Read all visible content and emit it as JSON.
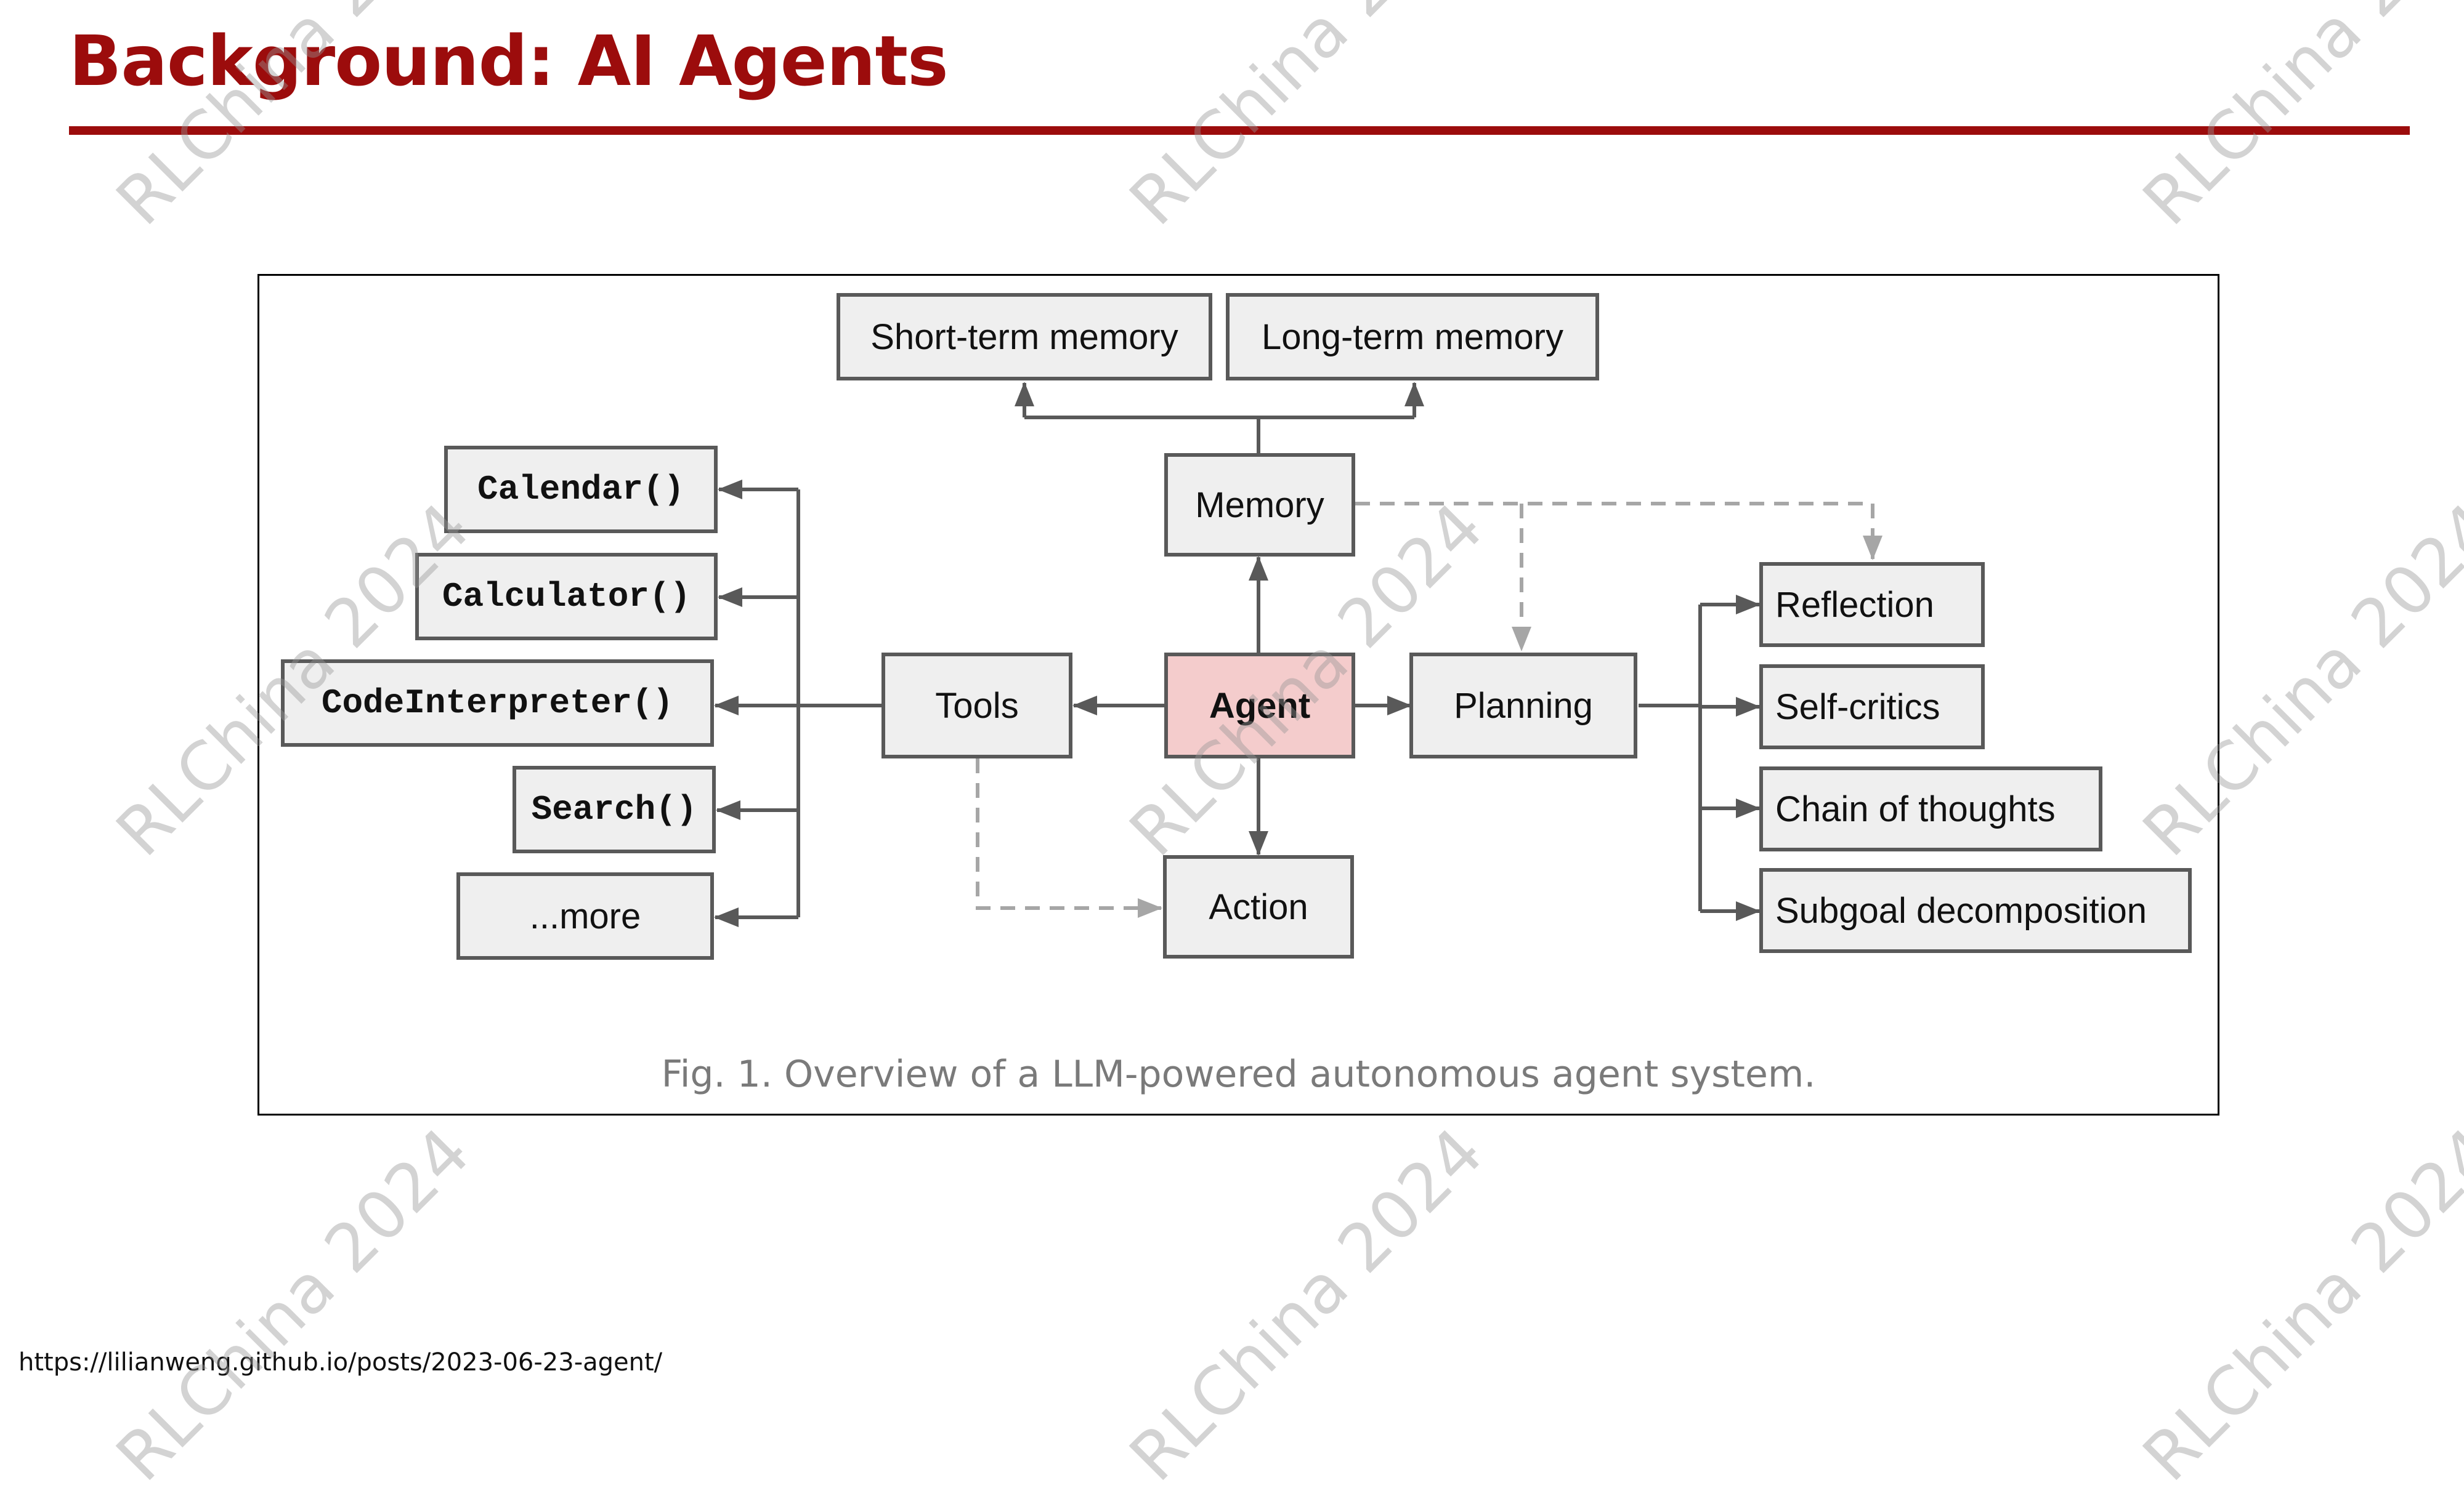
{
  "slide": {
    "title": "Background: AI Agents",
    "source_url": "https://lilianweng.github.io/posts/2023-06-23-agent/",
    "watermark_text": "RLChina 2024",
    "colors": {
      "title": "#9c0c0c",
      "node_fill": "#efefef",
      "agent_fill": "#f4cccc",
      "edge": "#595959",
      "dashed_edge": "#a6a6a6"
    }
  },
  "figure": {
    "caption": "Fig. 1. Overview of a LLM-powered autonomous agent system.",
    "nodes": {
      "short_term_memory": "Short-term memory",
      "long_term_memory": "Long-term memory",
      "memory": "Memory",
      "agent": "Agent",
      "tools": "Tools",
      "planning": "Planning",
      "action": "Action",
      "calendar": "Calendar()",
      "calculator": "Calculator()",
      "code_interpreter": "CodeInterpreter()",
      "search": "Search()",
      "more": "...more",
      "reflection": "Reflection",
      "self_critics": "Self-critics",
      "chain_of_thoughts": "Chain of thoughts",
      "subgoal_decomposition": "Subgoal decomposition"
    },
    "edges": [
      {
        "from": "agent",
        "to": "memory",
        "style": "solid"
      },
      {
        "from": "agent",
        "to": "tools",
        "style": "solid"
      },
      {
        "from": "agent",
        "to": "planning",
        "style": "solid"
      },
      {
        "from": "agent",
        "to": "action",
        "style": "solid"
      },
      {
        "from": "memory",
        "to": "short_term_memory",
        "style": "solid"
      },
      {
        "from": "memory",
        "to": "long_term_memory",
        "style": "solid"
      },
      {
        "from": "tools",
        "to": "calendar",
        "style": "solid"
      },
      {
        "from": "tools",
        "to": "calculator",
        "style": "solid"
      },
      {
        "from": "tools",
        "to": "code_interpreter",
        "style": "solid"
      },
      {
        "from": "tools",
        "to": "search",
        "style": "solid"
      },
      {
        "from": "tools",
        "to": "more",
        "style": "solid"
      },
      {
        "from": "planning",
        "to": "reflection",
        "style": "solid"
      },
      {
        "from": "planning",
        "to": "self_critics",
        "style": "solid"
      },
      {
        "from": "planning",
        "to": "chain_of_thoughts",
        "style": "solid"
      },
      {
        "from": "planning",
        "to": "subgoal_decomposition",
        "style": "solid"
      },
      {
        "from": "memory",
        "to": "planning",
        "style": "dashed"
      },
      {
        "from": "memory",
        "to": "reflection",
        "style": "dashed"
      },
      {
        "from": "tools",
        "to": "action",
        "style": "dashed"
      }
    ]
  }
}
